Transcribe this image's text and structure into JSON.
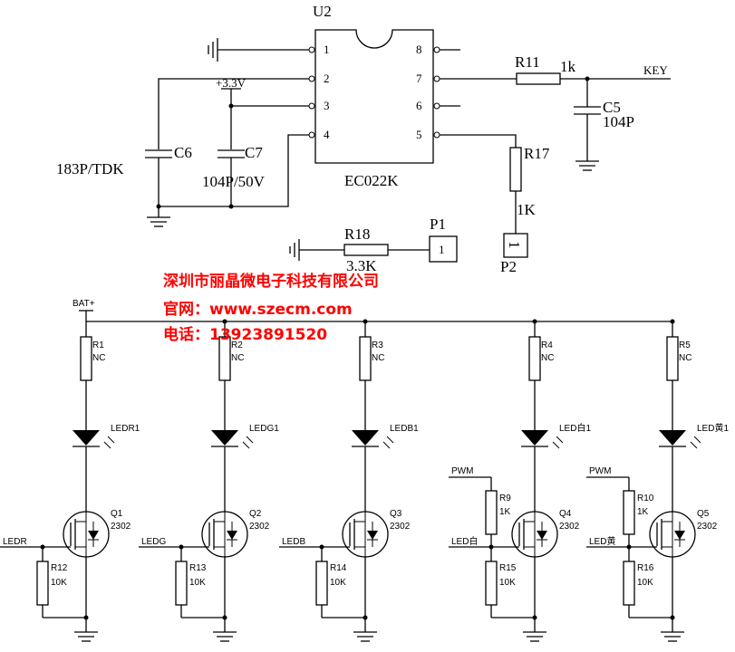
{
  "colors": {
    "ink": "#000000",
    "watermark": "#ff0000",
    "background": "#ffffff"
  },
  "watermark": {
    "company": "深圳市丽晶微电子科技有限公司",
    "website": "官网：www.szecm.com",
    "phone": "电话：13923891520"
  },
  "ic": {
    "ref": "U2",
    "part": "EC022K",
    "pins_left": [
      "1",
      "2",
      "3",
      "4"
    ],
    "pins_right": [
      "8",
      "7",
      "6",
      "5"
    ]
  },
  "top_parts": {
    "r11": {
      "ref": "R11",
      "value": "1k"
    },
    "key": "KEY",
    "c5": {
      "ref": "C5",
      "value": "104P"
    },
    "r17": {
      "ref": "R17",
      "value": "1K"
    },
    "c6": {
      "ref": "C6",
      "value": "183P/TDK"
    },
    "c7": {
      "ref": "C7",
      "value": "104P/50V"
    },
    "supply": "+3.3V",
    "r18": {
      "ref": "R18",
      "value": "3.3K"
    },
    "p1": {
      "ref": "P1",
      "pin": "1"
    },
    "p2": {
      "ref": "P2",
      "pin": "1"
    }
  },
  "bat": "BAT+",
  "channels": [
    {
      "r_top": "R1",
      "r_top_val": "NC",
      "led": "LEDR1",
      "q": "Q1",
      "q_part": "2302",
      "input": "LEDR",
      "r_bot": "R12",
      "r_bot_val": "10K",
      "pwm": null
    },
    {
      "r_top": "R2",
      "r_top_val": "NC",
      "led": "LEDG1",
      "q": "Q2",
      "q_part": "2302",
      "input": "LEDG",
      "r_bot": "R13",
      "r_bot_val": "10K",
      "pwm": null
    },
    {
      "r_top": "R3",
      "r_top_val": "NC",
      "led": "LEDB1",
      "q": "Q3",
      "q_part": "2302",
      "input": "LEDB",
      "r_bot": "R14",
      "r_bot_val": "10K",
      "pwm": null
    },
    {
      "r_top": "R4",
      "r_top_val": "NC",
      "led": "LED白1",
      "q": "Q4",
      "q_part": "2302",
      "input": "LED白",
      "r_bot": "R15",
      "r_bot_val": "10K",
      "pwm": {
        "label": "PWM",
        "r": "R9",
        "r_val": "1K"
      }
    },
    {
      "r_top": "R5",
      "r_top_val": "NC",
      "led": "LED黄1",
      "q": "Q5",
      "q_part": "2302",
      "input": "LED黄",
      "r_bot": "R16",
      "r_bot_val": "10K",
      "pwm": {
        "label": "PWM",
        "r": "R10",
        "r_val": "1K"
      }
    }
  ]
}
